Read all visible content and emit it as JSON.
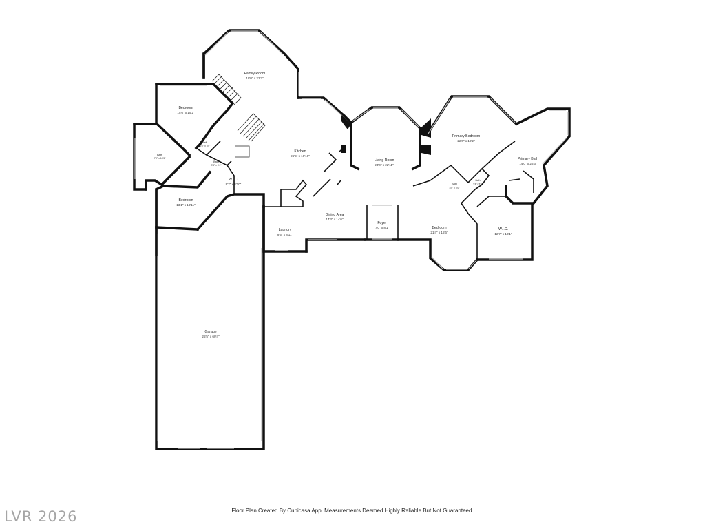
{
  "rooms": {
    "family_room": {
      "name": "Family Room",
      "dims": "18'0\" x 23'2\""
    },
    "bedroom_1": {
      "name": "Bedroom",
      "dims": "15'6\" x 15'2\""
    },
    "hall": {
      "name": "Hall",
      "dims": "15'0\" x 3'0\""
    },
    "bath_1": {
      "name": "Bath",
      "dims": "7'0\" x 14'3\""
    },
    "bath_2": {
      "name": "Bath",
      "dims": "9'4\" x 5'4\""
    },
    "wic_1": {
      "name": "W.I.C.",
      "dims": "9'2\" x 8'10\""
    },
    "bedroom_2": {
      "name": "Bedroom",
      "dims": "13'1\" x 16'11\""
    },
    "kitchen": {
      "name": "Kitchen",
      "dims": "26'5\" x 18'10\""
    },
    "living_room": {
      "name": "Living Room",
      "dims": "23'0\" x 22'11\""
    },
    "primary_bedroom": {
      "name": "Primary Bedroom",
      "dims": "22'0\" x 19'2\""
    },
    "primary_bath": {
      "name": "Primary Bath",
      "dims": "14'0\" x 26'3\""
    },
    "bath_3": {
      "name": "Bath",
      "dims": "8'0\" x 5'0\""
    },
    "bath_4": {
      "name": "Bath",
      "dims": "5'4\" x 5'4\""
    },
    "dining_area": {
      "name": "Dining Area",
      "dims": "14'3\" x 14'6\""
    },
    "foyer": {
      "name": "Foyer",
      "dims": "7'0\" x 8'1\""
    },
    "laundry": {
      "name": "Laundry",
      "dims": "9'5\" x 8'11\""
    },
    "bedroom_3": {
      "name": "Bedroom",
      "dims": "21'4\" x 15'6\""
    },
    "wic_2": {
      "name": "W.I.C.",
      "dims": "12'7\" x 16'1\""
    },
    "garage": {
      "name": "Garage",
      "dims": "25'5\" x 60'4\""
    }
  },
  "footer_note": "Floor Plan Created By Cubicasa App. Measurements Deemed Highly Reliable But Not Guaranteed.",
  "watermark": "LVR 2026"
}
